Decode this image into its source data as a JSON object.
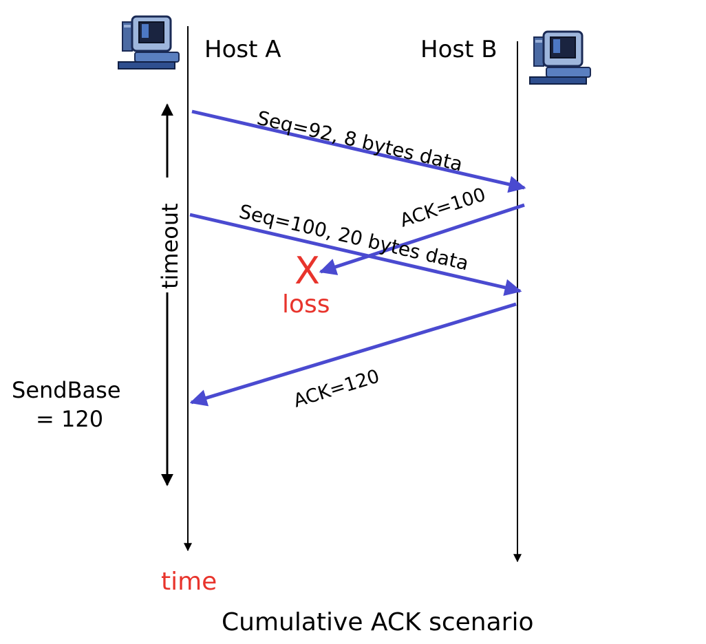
{
  "hosts": {
    "a_label": "Host A",
    "b_label": "Host B"
  },
  "messages": {
    "seq92": "Seq=92, 8 bytes data",
    "ack100": "ACK=100",
    "seq100": "Seq=100, 20 bytes data",
    "ack120": "ACK=120"
  },
  "loss": {
    "mark": "X",
    "label": "loss"
  },
  "timeout_label": "timeout",
  "sendbase": {
    "line1": "SendBase",
    "line2": "= 120"
  },
  "time_label": "time",
  "title": "Cumulative ACK scenario",
  "colors": {
    "arrow": "#4a4ad0",
    "loss": "#e8342c",
    "line": "#000000",
    "text": "#000000"
  },
  "icons": {
    "host_a": "computer-icon",
    "host_b": "computer-icon"
  }
}
